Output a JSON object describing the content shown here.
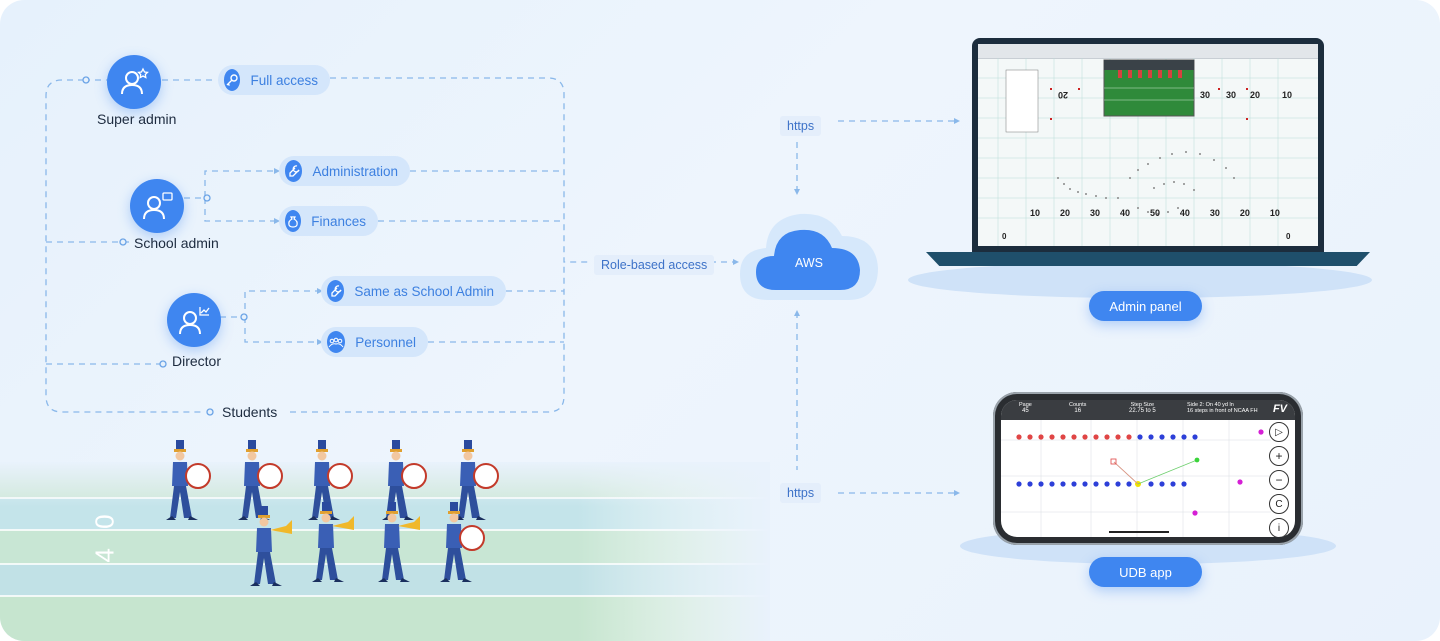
{
  "roles": {
    "super_admin": "Super admin",
    "school_admin": "School admin",
    "director": "Director",
    "students": "Students"
  },
  "permissions": {
    "full_access": "Full access",
    "administration": "Administration",
    "finances": "Finances",
    "same_as_school_admin": "Same as School Admin",
    "personnel": "Personnel"
  },
  "connectors": {
    "role_based_access": "Role-based access",
    "https_top": "https",
    "https_bottom": "https"
  },
  "cloud": {
    "label": "AWS"
  },
  "targets": {
    "admin_panel": "Admin panel",
    "udb_app": "UDB app"
  },
  "laptop_screen": {
    "yard_numbers_top": [
      "20",
      "30",
      "30",
      "20",
      "10"
    ],
    "yard_numbers_bottom": [
      "10",
      "20",
      "30",
      "40",
      "50",
      "40",
      "30",
      "20",
      "10"
    ],
    "axis_left": "0",
    "axis_right": "0"
  },
  "phone_screen": {
    "header": {
      "page_label": "Page",
      "page_value": "45",
      "counts_label": "Counts",
      "counts_value": "16",
      "step_label": "Step Size",
      "step_value": "22.75 to 5",
      "side_label": "Side 2: On 40 yd ln",
      "side_note": "16 steps in front of NCAA FH",
      "logo": "FV"
    },
    "toolbar": [
      "▷",
      "+",
      "−",
      "C",
      "i"
    ]
  },
  "field_number": "4 0",
  "colors": {
    "accent": "#3f86f0",
    "pill_bg": "#d4e6fb",
    "dash": "#8ab8ea"
  }
}
